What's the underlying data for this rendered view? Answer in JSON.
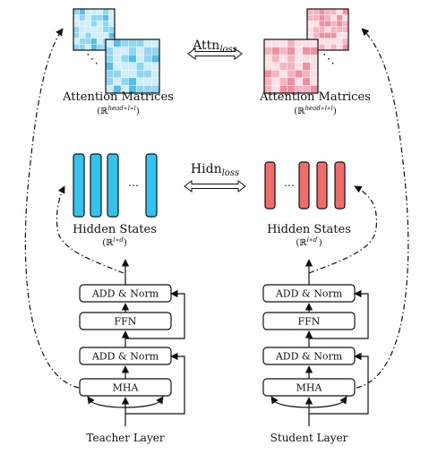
{
  "colors": {
    "teacher_fill": "#33c3ef",
    "student_fill": "#f26b6b",
    "teacher_matrix_light": "#cfeef9",
    "teacher_matrix_mid": "#8fd6f2",
    "teacher_matrix_dark": "#56bde6",
    "student_matrix_light": "#fbe0e6",
    "student_matrix_mid": "#f5b4c1",
    "student_matrix_dark": "#ee8fa3",
    "line": "#111111"
  },
  "attention": {
    "loss_base": "Attn",
    "loss_sub": "loss",
    "teacher_title": "Attention Matrices",
    "teacher_dims": "(ℝ^{head∗l∗l})",
    "student_title": "Attention Matrices",
    "student_dims": "(ℝ^{head∗l∗l})",
    "ellipsis": "⋱"
  },
  "hidden": {
    "loss_base": "Hidn",
    "loss_sub": "loss",
    "teacher_title": "Hidden States",
    "teacher_dims": "(ℝ^{l∗d})",
    "student_title": "Hidden States",
    "student_dims": "(ℝ^{l∗d'})",
    "ellipsis": "…"
  },
  "teacher": {
    "label": "Teacher Layer",
    "blocks": [
      "ADD & Norm",
      "FFN",
      "ADD & Norm",
      "MHA"
    ]
  },
  "student": {
    "label": "Student Layer",
    "blocks": [
      "ADD & Norm",
      "FFN",
      "ADD & Norm",
      "MHA"
    ]
  }
}
